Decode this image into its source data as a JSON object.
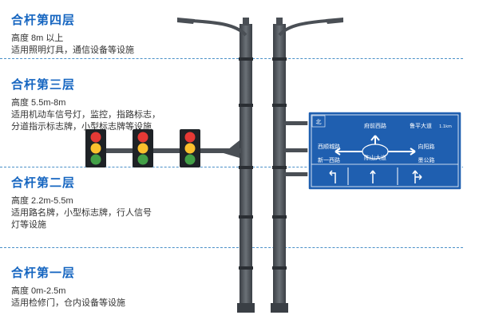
{
  "tiers": [
    {
      "title": "合杆第四层",
      "lines": [
        "高度 8m 以上",
        "适用照明灯具，通信设备等设施"
      ]
    },
    {
      "title": "合杆第三层",
      "lines": [
        "高度 5.5m-8m",
        "适用机动车信号灯，监控，指路标志，",
        "分道指示标志牌，小型标志牌等设施"
      ]
    },
    {
      "title": "合杆第二层",
      "lines": [
        "高度 2.2m-5.5m",
        "适用路名牌，小型标志牌，行人信号",
        "灯等设施"
      ]
    },
    {
      "title": "合杆第一层",
      "lines": [
        "高度 0m-2.5m",
        "适用检修门，仓内设备等设施"
      ]
    }
  ],
  "sign": {
    "north_marker": "北",
    "top_left_road": "府前西路",
    "top_right_road": "鲁平大道",
    "top_right_distance": "1.1km",
    "center_road": "陈山大道",
    "left_road_upper": "西顺城路",
    "left_road_lower": "新一西路",
    "right_road_upper": "向阳路",
    "right_road_lower": "墨公路"
  },
  "colors": {
    "title_blue": "#1565c0",
    "pole": "#4a4f55",
    "sign_blue": "#1f5fb0",
    "divider": "#4a90c8",
    "signal_red": "#e53935",
    "signal_yellow": "#fbc02d",
    "signal_green": "#43a047"
  }
}
